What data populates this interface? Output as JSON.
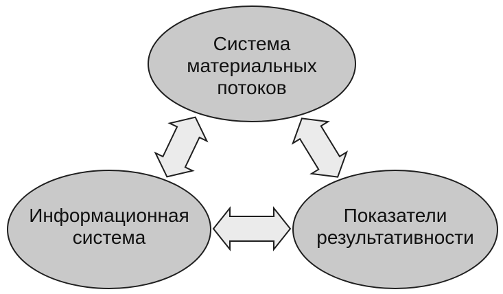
{
  "diagram": {
    "title": "three-node-cycle-diagram",
    "nodes": [
      {
        "id": "material-flows-system",
        "label": "Система\nматериальных\nпотоков"
      },
      {
        "id": "information-system",
        "label": "Информационная\nсистема"
      },
      {
        "id": "performance-indicators",
        "label": "Показатели\nрезультативности"
      }
    ],
    "connectors": [
      {
        "id": "material-flows-to-information-system",
        "type": "double-headed-arrow"
      },
      {
        "id": "material-flows-to-performance-indicators",
        "type": "double-headed-arrow"
      },
      {
        "id": "information-system-to-performance-indicators",
        "type": "double-headed-arrow"
      }
    ]
  },
  "colors": {
    "background": "#ffffff",
    "node_fill": "#c9c9c9",
    "node_stroke": "#1f1f1f",
    "arrow_fill": "#ebebeb",
    "arrow_stroke": "#1f1f1f",
    "text": "#111111"
  }
}
